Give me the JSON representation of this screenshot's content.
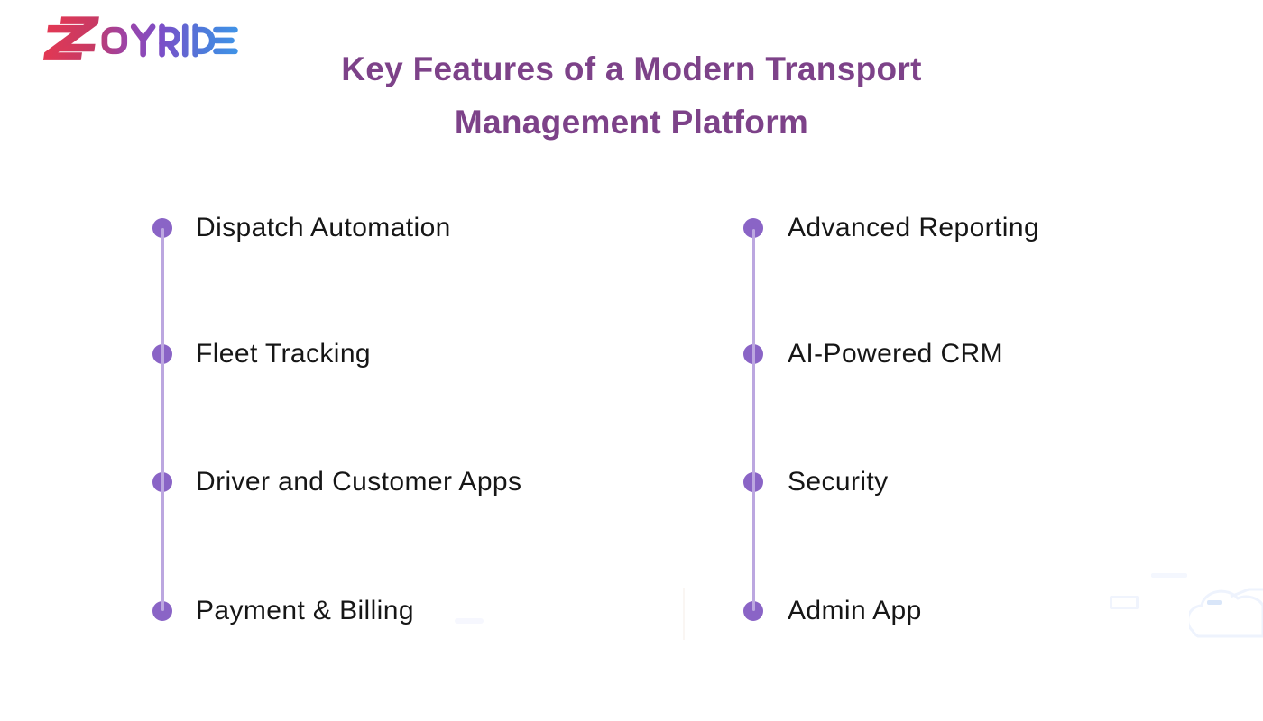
{
  "page": {
    "background_color": "#ffffff"
  },
  "logo": {
    "brand": "ZOYRIDE",
    "mark": "double-z-icon",
    "gradient_start": "#E8384F",
    "gradient_mid": "#9C44A8",
    "gradient_end": "#3E96E8"
  },
  "title": {
    "line1": "Key Features of a Modern Transport",
    "line2": "Management Platform",
    "color": "#7D4289"
  },
  "features": {
    "left": [
      "Dispatch Automation",
      "Fleet Tracking",
      "Driver and Customer Apps",
      "Payment & Billing"
    ],
    "right": [
      "Advanced Reporting",
      "AI-Powered CRM",
      "Security",
      "Admin App"
    ]
  },
  "timeline": {
    "bullet_color": "#8A64C6",
    "line_color": "#BCA7E0",
    "text_color": "#161616"
  }
}
